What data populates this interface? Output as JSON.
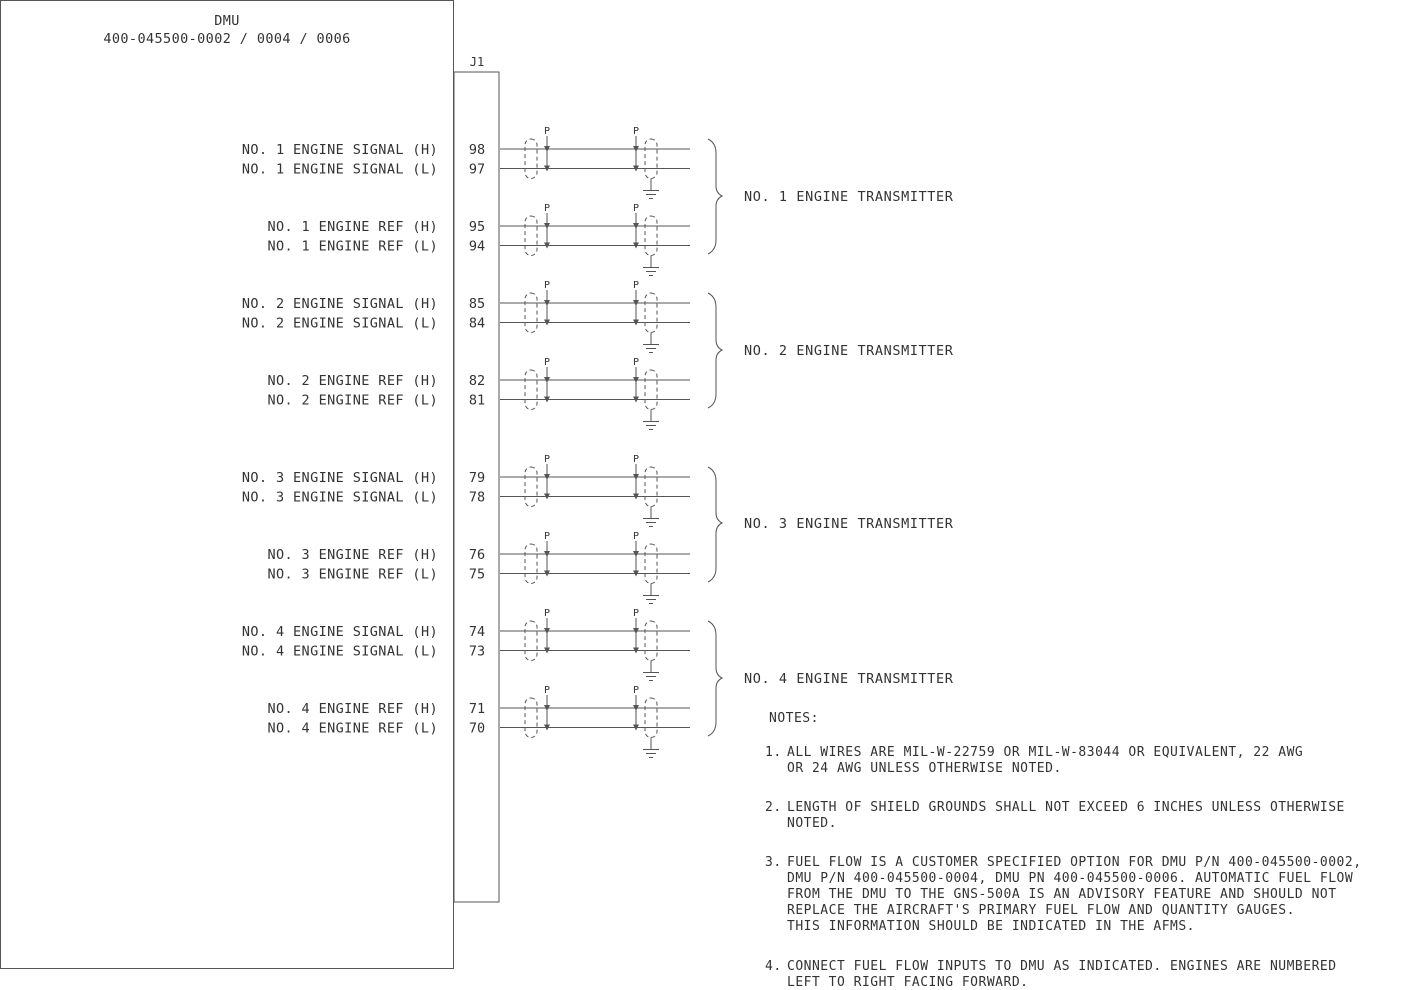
{
  "module": {
    "name": "DMU",
    "part_numbers": "400-045500-0002 / 0004 / 0006",
    "connector": "J1"
  },
  "shield_label": "P",
  "pairs": [
    {
      "h_label": "NO. 1 ENGINE SIGNAL (H)",
      "l_label": "NO. 1 ENGINE SIGNAL (L)",
      "h_pin": "98",
      "l_pin": "97"
    },
    {
      "h_label": "NO. 1 ENGINE REF (H)",
      "l_label": "NO. 1 ENGINE REF (L)",
      "h_pin": "95",
      "l_pin": "94"
    },
    {
      "h_label": "NO. 2 ENGINE SIGNAL (H)",
      "l_label": "NO. 2 ENGINE SIGNAL (L)",
      "h_pin": "85",
      "l_pin": "84"
    },
    {
      "h_label": "NO. 2 ENGINE REF (H)",
      "l_label": "NO. 2 ENGINE REF (L)",
      "h_pin": "82",
      "l_pin": "81"
    },
    {
      "h_label": "NO. 3 ENGINE SIGNAL (H)",
      "l_label": "NO. 3 ENGINE SIGNAL (L)",
      "h_pin": "79",
      "l_pin": "78"
    },
    {
      "h_label": "NO. 3 ENGINE REF (H)",
      "l_label": "NO. 3 ENGINE REF (L)",
      "h_pin": "76",
      "l_pin": "75"
    },
    {
      "h_label": "NO. 4 ENGINE SIGNAL (H)",
      "l_label": "NO. 4 ENGINE SIGNAL (L)",
      "h_pin": "74",
      "l_pin": "73"
    },
    {
      "h_label": "NO. 4 ENGINE REF (H)",
      "l_label": "NO. 4 ENGINE REF (L)",
      "h_pin": "71",
      "l_pin": "70"
    }
  ],
  "transmitters": [
    "NO. 1 ENGINE TRANSMITTER",
    "NO. 2 ENGINE TRANSMITTER",
    "NO. 3 ENGINE TRANSMITTER",
    "NO. 4 ENGINE TRANSMITTER"
  ],
  "notes": {
    "heading": "NOTES:",
    "items": [
      {
        "num": "1.",
        "lines": [
          "ALL WIRES ARE MIL-W-22759 OR MIL-W-83044 OR EQUIVALENT, 22 AWG",
          "OR 24 AWG UNLESS OTHERWISE NOTED."
        ]
      },
      {
        "num": "2.",
        "lines": [
          "LENGTH OF SHIELD GROUNDS SHALL NOT EXCEED 6 INCHES UNLESS OTHERWISE",
          "NOTED."
        ]
      },
      {
        "num": "3.",
        "lines": [
          "FUEL FLOW IS A CUSTOMER SPECIFIED OPTION FOR DMU P/N 400-045500-0002,",
          "DMU P/N 400-045500-0004, DMU PN 400-045500-0006.  AUTOMATIC FUEL FLOW",
          "FROM THE DMU TO THE GNS-500A IS AN ADVISORY FEATURE AND SHOULD NOT",
          "REPLACE THE AIRCRAFT'S PRIMARY FUEL FLOW AND QUANTITY GAUGES.",
          "THIS INFORMATION SHOULD BE INDICATED IN THE AFMS."
        ]
      },
      {
        "num": "4.",
        "lines": [
          "CONNECT FUEL FLOW INPUTS TO DMU AS INDICATED.  ENGINES ARE NUMBERED",
          "LEFT TO RIGHT FACING FORWARD."
        ]
      }
    ]
  }
}
